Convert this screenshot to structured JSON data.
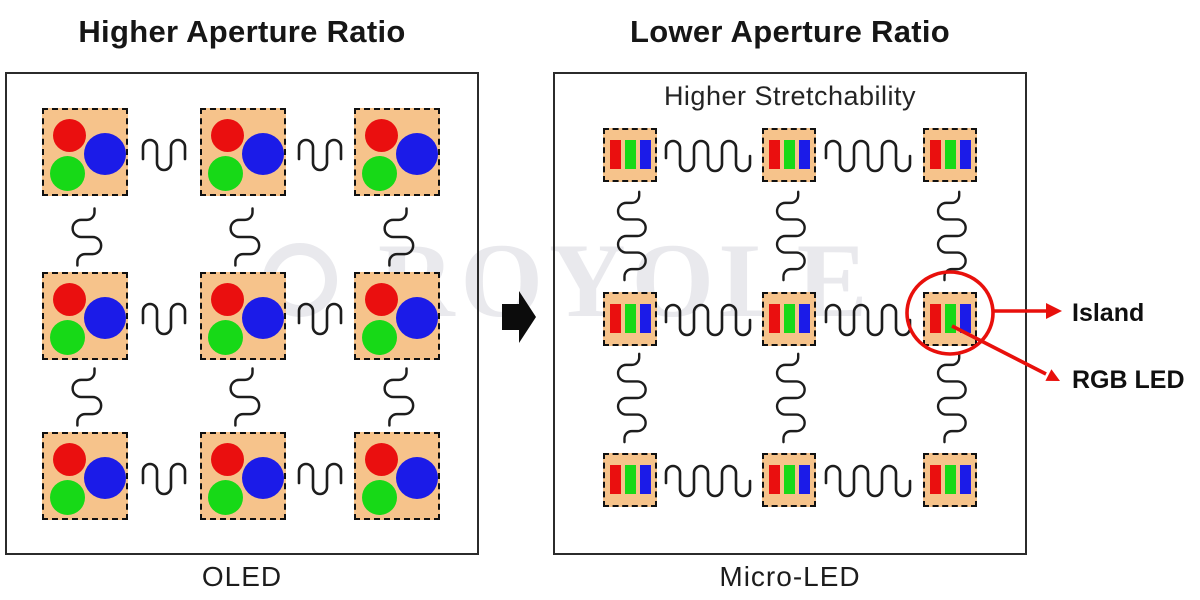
{
  "left_panel": {
    "title": "Higher Aperture Ratio",
    "caption": "OLED",
    "grid": {
      "rows": 3,
      "cols": 3
    },
    "island_type": "pixel island with round RGB subpixels",
    "subpixels": [
      "red",
      "blue",
      "green"
    ]
  },
  "right_panel": {
    "title": "Lower Aperture Ratio",
    "inner_label": "Higher Stretchability",
    "caption": "Micro-LED",
    "grid": {
      "rows": 3,
      "cols": 3
    },
    "island_type": "small island with RGB LED bars",
    "subpixels": [
      "red",
      "green",
      "blue"
    ]
  },
  "callouts": {
    "island_label": "Island",
    "rgb_led_label": "RGB LED"
  },
  "watermark": {
    "text": "ROYOLE"
  },
  "icons": {
    "transform-arrow-icon": "solid black right block arrow",
    "horizontal-serpentine-connector-icon": "wavy spring interconnect line",
    "vertical-serpentine-connector-icon": "wavy spring interconnect line",
    "island-highlight-circle-icon": "red outline circle",
    "callout-arrow-icon": "red pointer arrow",
    "royole-logo-icon": "light gray ring logo"
  },
  "colors": {
    "ink": "#161616",
    "line": "#1d1d1d",
    "panel-border": "#2b2b2b",
    "island-fill": "#f6c38b",
    "island-border": "#111111",
    "sub-red": "#ea0f0f",
    "sub-green": "#17d917",
    "sub-blue": "#1b1be8",
    "annotation": "#e8100c",
    "watermark": "#e9e9ed"
  }
}
